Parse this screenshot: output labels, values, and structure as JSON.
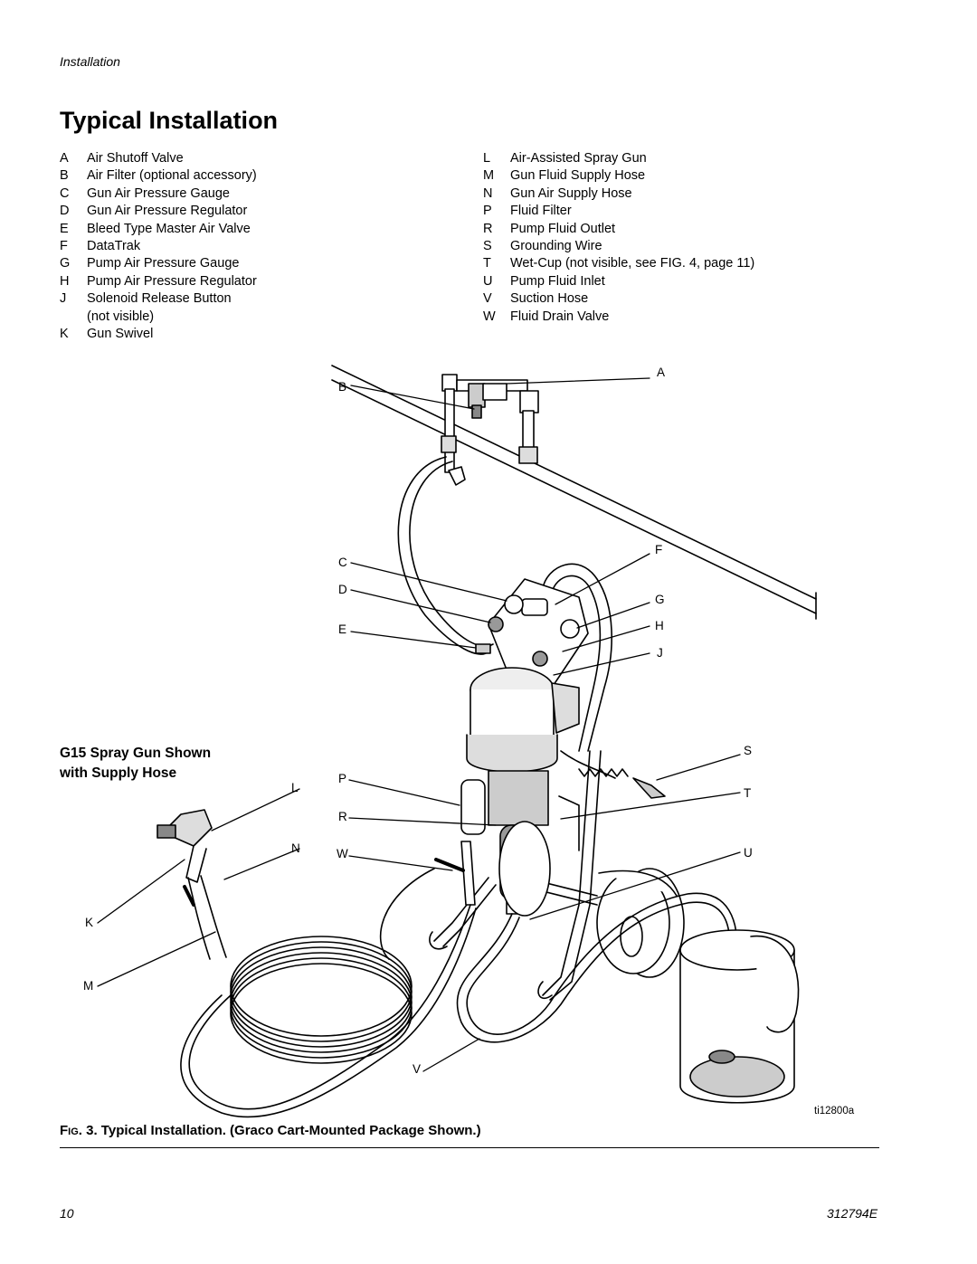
{
  "header": {
    "section": "Installation"
  },
  "title": "Typical Installation",
  "legend_left": [
    {
      "key": "A",
      "text": "Air Shutoff Valve"
    },
    {
      "key": "B",
      "text": "Air Filter (optional accessory)"
    },
    {
      "key": "C",
      "text": "Gun Air Pressure Gauge"
    },
    {
      "key": "D",
      "text": "Gun Air Pressure Regulator"
    },
    {
      "key": "E",
      "text": "Bleed Type Master Air Valve"
    },
    {
      "key": "F",
      "text": "DataTrak"
    },
    {
      "key": "G",
      "text": "Pump Air Pressure Gauge"
    },
    {
      "key": "H",
      "text": "Pump Air Pressure Regulator"
    },
    {
      "key": "J",
      "text": "Solenoid Release Button"
    },
    {
      "key": "",
      "text": "(not visible)"
    },
    {
      "key": "K",
      "text": "Gun Swivel"
    }
  ],
  "legend_right": [
    {
      "key": "L",
      "text": "Air-Assisted Spray Gun"
    },
    {
      "key": "M",
      "text": "Gun Fluid Supply Hose"
    },
    {
      "key": "N",
      "text": "Gun Air Supply Hose"
    },
    {
      "key": "P",
      "text": "Fluid Filter"
    },
    {
      "key": "R",
      "text": "Pump Fluid Outlet"
    },
    {
      "key": "S",
      "text": "Grounding Wire"
    },
    {
      "key": "T",
      "text": "Wet-Cup (not visible, see FIG. 4, page 11)"
    },
    {
      "key": "U",
      "text": "Pump Fluid Inlet"
    },
    {
      "key": "V",
      "text": "Suction Hose"
    },
    {
      "key": "W",
      "text": "Fluid Drain Valve"
    }
  ],
  "figure": {
    "note_line1": "G15 Spray Gun Shown",
    "note_line2": "with Supply Hose",
    "figure_id": "ti12800a",
    "callouts": {
      "A": "A",
      "B": "B",
      "C": "C",
      "D": "D",
      "E": "E",
      "F": "F",
      "G": "G",
      "H": "H",
      "J": "J",
      "K": "K",
      "L": "L",
      "M": "M",
      "N": "N",
      "P": "P",
      "R": "R",
      "S": "S",
      "T": "T",
      "U": "U",
      "V": "V",
      "W": "W"
    }
  },
  "caption": {
    "fig_prefix_big": "F",
    "fig_prefix_small": "IG",
    "text": ". 3. Typical Installation. (Graco Cart-Mounted Package Shown.)"
  },
  "footer": {
    "page_number": "10",
    "doc_number": "312794E"
  }
}
